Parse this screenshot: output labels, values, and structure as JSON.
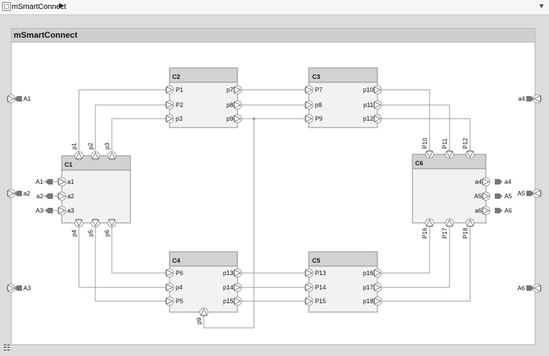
{
  "toolbar": {
    "path": "mSmartConnect",
    "path_arrow": "▶",
    "dropdown_arrow": "▼"
  },
  "model": {
    "title": "mSmartConnect"
  },
  "components": [
    {
      "name": "C1"
    },
    {
      "name": "C2"
    },
    {
      "name": "C3"
    },
    {
      "name": "C4"
    },
    {
      "name": "C5"
    },
    {
      "name": "C6"
    }
  ],
  "ports": {
    "c2_in": [
      "P1",
      "P2",
      "p3"
    ],
    "c2_out": [
      "p7",
      "p8",
      "p9"
    ],
    "c3_in": [
      "P7",
      "p8",
      "P9"
    ],
    "c3_out": [
      "p10",
      "p11",
      "p12"
    ],
    "c1_in": [
      "a1",
      "a2",
      "a3"
    ],
    "c1_top": [
      "p1",
      "p2",
      "p3"
    ],
    "c1_bottom": [
      "p4",
      "p5",
      "p6"
    ],
    "c6_out": [
      "a4",
      "A5",
      "a6"
    ],
    "c6_top": [
      "P10",
      "P11",
      "P12"
    ],
    "c6_bottom": [
      "P16",
      "P17",
      "P18"
    ],
    "c4_in": [
      "P6",
      "p4",
      "P5"
    ],
    "c4_out": [
      "p13",
      "p14",
      "p15"
    ],
    "c4_bottom": [
      "p9"
    ],
    "c5_in": [
      "P13",
      "P14",
      "P15"
    ],
    "c5_out": [
      "p16",
      "p17",
      "p18"
    ]
  },
  "external_ports": {
    "left": [
      "A1",
      "a2",
      "A3"
    ],
    "right": [
      "a4",
      "A5",
      "A6"
    ],
    "c1_inputs": [
      "A1",
      "a2",
      "A3"
    ],
    "c6_outputs": [
      "a4",
      "A5",
      "A6"
    ]
  }
}
